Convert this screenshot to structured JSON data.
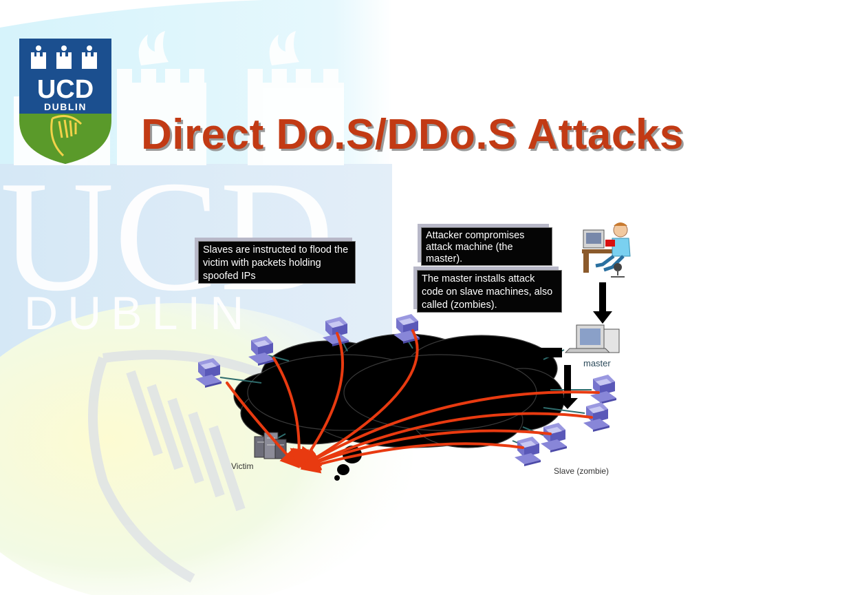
{
  "slide": {
    "title": "Direct Do.S/DDo.S Attacks",
    "logo": {
      "line1": "UCD",
      "line2": "DUBLIN"
    },
    "watermark": {
      "line1": "UCD",
      "line2": "DUBLIN"
    }
  },
  "callouts": {
    "slaves": "Slaves are instructed to flood the victim with packets holding spoofed IPs",
    "attacker": "Attacker compromises attack machine (the master).",
    "master_installs": "The master installs attack code on slave machines, also called (zombies)."
  },
  "labels": {
    "master": "master",
    "victim": "Victim",
    "slave": "Slave (zombie)"
  },
  "colors": {
    "title": "#c23a14",
    "flood_arrow": "#e83a10",
    "cloud": "#000000",
    "pc": "#7a78d0",
    "brand_blue": "#1b4f8f",
    "brand_green": "#5a9a2a"
  }
}
